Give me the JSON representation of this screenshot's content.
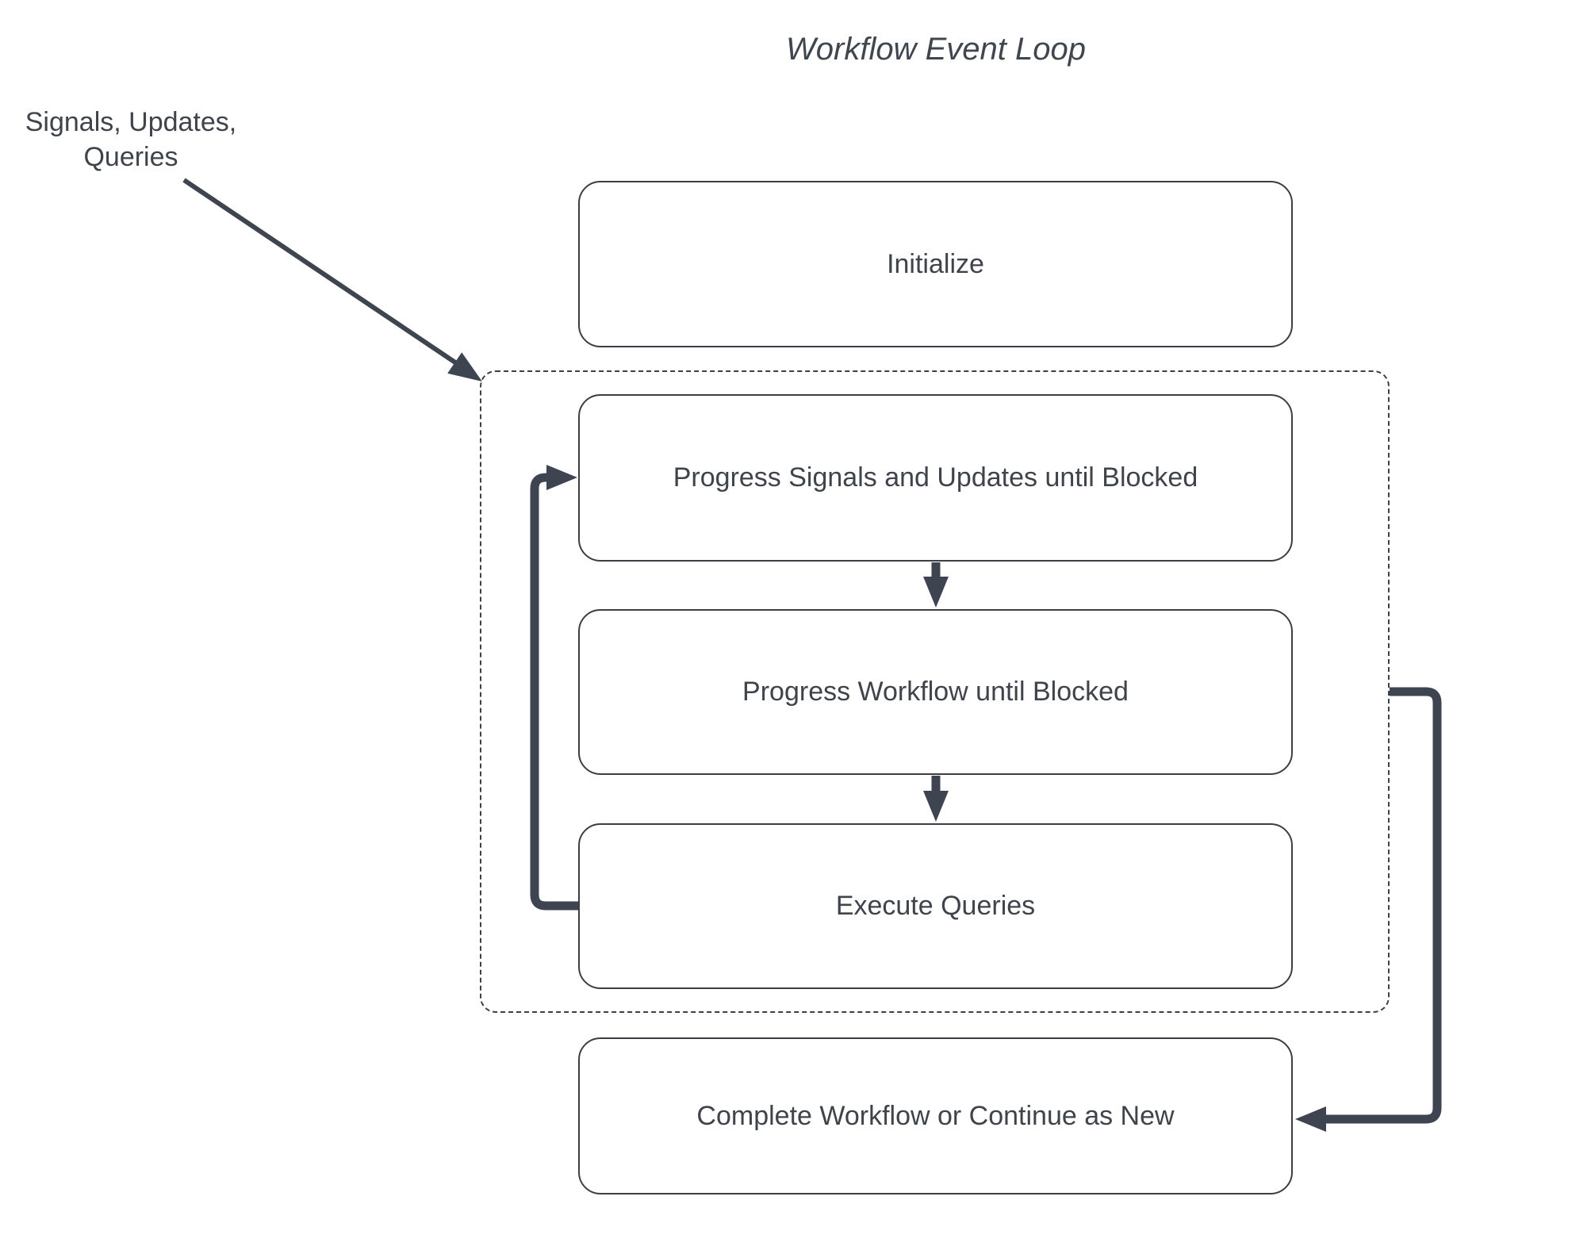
{
  "title": "Workflow Event Loop",
  "side_label": "Signals, Updates,\nQueries",
  "nodes": {
    "initialize": "Initialize",
    "progress_signals": "Progress Signals and Updates until Blocked",
    "progress_workflow": "Progress Workflow until Blocked",
    "execute_queries": "Execute Queries",
    "complete": "Complete Workflow or Continue as New"
  },
  "colors": {
    "arrow_stroke": "#3e4450",
    "box_border": "#3b3e44",
    "dashed_border": "#3b4049",
    "text": "#3f444b",
    "background": "#ffffff"
  }
}
